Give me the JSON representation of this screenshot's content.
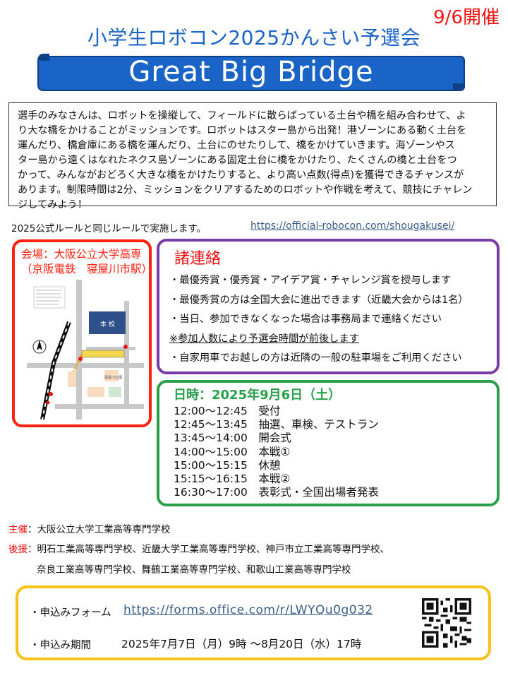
{
  "header": {
    "date_badge": "9/6開催",
    "subtitle": "小学生ロボコン2025かんさい予選会",
    "title": "Great Big Bridge",
    "banner_color": "#1a64c8"
  },
  "intro": {
    "lines": [
      "選手のみなさんは、ロボットを操縦して、フィールドに散らばっている土台や橋を組み合わせて、よ",
      "り大な橋をかけることがミッションです。ロボットはスター島から出発！港ゾーンにある動く土台を",
      "運んだり、橋倉庫にある橋を運んだり、土台にのせたりして、橋をかけていきます。海ゾーンやス",
      "ター島から遠くはなれたネクス島ゾーンにある固定土台に橋をかけたり、たくさんの橋と土台をつ",
      "かって、みんながおどろく大きな橋をかけたりすると、より高い点数(得点)を獲得できるチャンスが",
      "あります。制限時間は2分、ミッションをクリアするためのロボットや作戦を考えて、競技にチャレン",
      "ジしてみよう！"
    ]
  },
  "rules": {
    "note": "2025公式ルールと同じルールで実施します。",
    "link": "https://official-robocon.com/shougakusei/"
  },
  "venue": {
    "line1": "会場：大阪公立大学高専",
    "line2": "（京阪電鉄　寝屋川市駅）",
    "map_building": "本 校",
    "map_park": "寝屋川公園"
  },
  "notices": {
    "title": "諸連絡",
    "items": [
      "・最優秀賞・優秀賞・アイデア賞・チャレンジ賞を授与します",
      "・最優秀賞の方は全国大会に進出できます（近畿大会からは1名）",
      "・当日、参加できなくなった場合は事務局まで連絡ください",
      "※参加人数により予選会時間が前後します",
      "・自家用車でお越しの方は近隣の一般の駐車場をご利用ください"
    ]
  },
  "schedule": {
    "title": "日時：2025年9月6日（土）",
    "items": [
      "12:00～12:45　受付",
      "12:45～13:45　抽選、車検、テストラン",
      "13:45～14:00　開会式",
      "14:00～15:00　本戦①",
      "15:00～15:15　休憩",
      "15:15～16:15　本戦②",
      "16:30～17:00　表彰式・全国出場者発表"
    ]
  },
  "organizers": {
    "host_label": "主催",
    "host_value": "：大阪公立大学工業高等専門学校",
    "support_label": "後援",
    "support_line1": "：明石工業高等専門学校、近畿大学工業高等専門学校、神戸市立工業高等専門学校、",
    "support_line2": "奈良工業高等専門学校、舞鶴工業高等専門学校、和歌山工業高等専門学校"
  },
  "apply": {
    "form_label": "・申込みフォーム",
    "form_url": "https://forms.office.com/r/LWYQu0g032",
    "period_label": "・申込み期間",
    "period_value": "2025年7月7日（月）9時 ～8月20日（水）17時"
  },
  "colors": {
    "red": "#ee1111",
    "blue": "#1a64c8",
    "purple": "#7a3da8",
    "green": "#2aa04a",
    "yellow": "#f7c21a"
  }
}
